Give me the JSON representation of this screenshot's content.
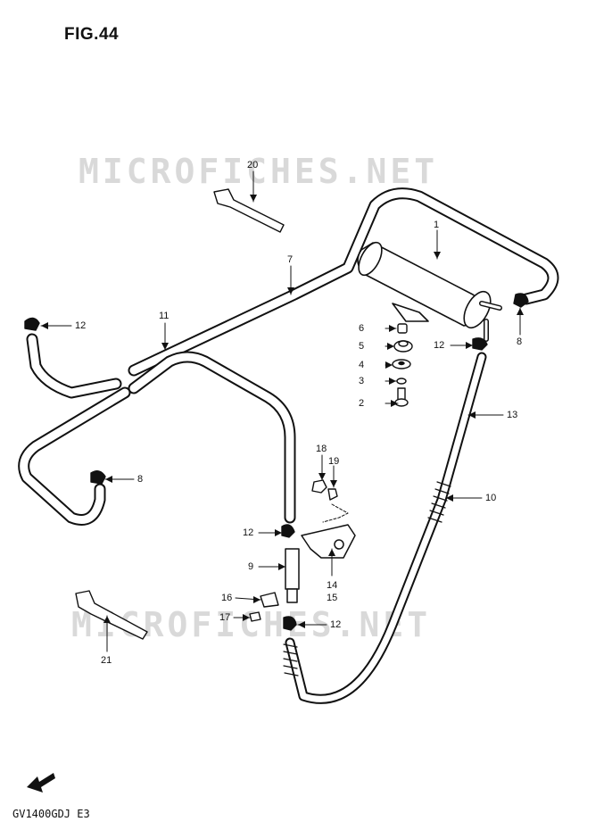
{
  "figure": {
    "title": "FIG.44",
    "model_code": "GV1400GDJ E3",
    "watermark": "MICROFICHES.NET"
  },
  "callouts": [
    {
      "id": "c1",
      "label": "1"
    },
    {
      "id": "c2",
      "label": "2"
    },
    {
      "id": "c3",
      "label": "3"
    },
    {
      "id": "c4",
      "label": "4"
    },
    {
      "id": "c5",
      "label": "5"
    },
    {
      "id": "c6",
      "label": "6"
    },
    {
      "id": "c7",
      "label": "7"
    },
    {
      "id": "c8a",
      "label": "8"
    },
    {
      "id": "c8b",
      "label": "8"
    },
    {
      "id": "c9",
      "label": "9"
    },
    {
      "id": "c10",
      "label": "10"
    },
    {
      "id": "c11",
      "label": "11"
    },
    {
      "id": "c12a",
      "label": "12"
    },
    {
      "id": "c12b",
      "label": "12"
    },
    {
      "id": "c12c",
      "label": "12"
    },
    {
      "id": "c12d",
      "label": "12"
    },
    {
      "id": "c13",
      "label": "13"
    },
    {
      "id": "c14",
      "label": "14"
    },
    {
      "id": "c15",
      "label": "15"
    },
    {
      "id": "c16",
      "label": "16"
    },
    {
      "id": "c17",
      "label": "17"
    },
    {
      "id": "c18",
      "label": "18"
    },
    {
      "id": "c19",
      "label": "19"
    },
    {
      "id": "c20",
      "label": "20"
    },
    {
      "id": "c21",
      "label": "21"
    }
  ],
  "icons": {
    "front_arrow": "front-direction-arrow-icon"
  }
}
